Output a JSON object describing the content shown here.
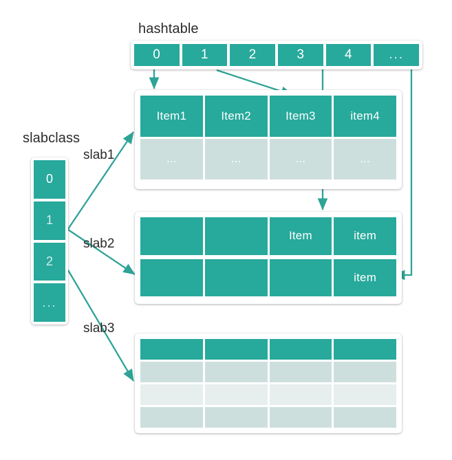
{
  "labels": {
    "hashtable": "hashtable",
    "slabclass": "slabclass"
  },
  "hashtable": {
    "cells": [
      "0",
      "1",
      "2",
      "3",
      "4",
      "..."
    ]
  },
  "slabclass": {
    "cells": [
      "0",
      "1",
      "2",
      "..."
    ]
  },
  "slab_arrows": [
    {
      "label": "slab1"
    },
    {
      "label": "slab2"
    },
    {
      "label": "slab3"
    }
  ],
  "tables": [
    {
      "name": "table1",
      "rows": [
        {
          "style": "teal",
          "cells": [
            "Item1",
            "Item2",
            "Item3",
            "item4"
          ]
        },
        {
          "style": "light",
          "cells": [
            "...",
            "...",
            "...",
            "..."
          ]
        },
        {
          "style": "teal",
          "cells": [
            "",
            "",
            "",
            ""
          ]
        },
        {
          "style": "light",
          "cells": [
            "",
            "",
            "",
            ""
          ]
        }
      ]
    },
    {
      "name": "table2",
      "rows": [
        {
          "style": "teal",
          "cells": [
            "",
            "",
            "Item",
            "item"
          ]
        },
        {
          "style": "light",
          "cells": [
            "",
            "",
            "",
            ""
          ]
        },
        {
          "style": "teal",
          "cells": [
            "",
            "",
            "",
            "item"
          ]
        },
        {
          "style": "light",
          "cells": [
            "",
            "",
            "",
            ""
          ]
        }
      ]
    },
    {
      "name": "table3",
      "rows": [
        {
          "style": "teal",
          "cells": [
            "",
            "",
            "",
            ""
          ]
        },
        {
          "style": "light",
          "cells": [
            "",
            "",
            "",
            ""
          ]
        },
        {
          "style": "pale",
          "cells": [
            "",
            "",
            "",
            ""
          ]
        },
        {
          "style": "light",
          "cells": [
            "",
            "",
            "",
            ""
          ]
        }
      ]
    }
  ],
  "colors": {
    "teal": "#27a99c",
    "row_light": "#cddfdd",
    "row_pale": "#e7efee",
    "connector": "#2ea396",
    "text": "#2b2b2b",
    "background": "#ffffff"
  }
}
